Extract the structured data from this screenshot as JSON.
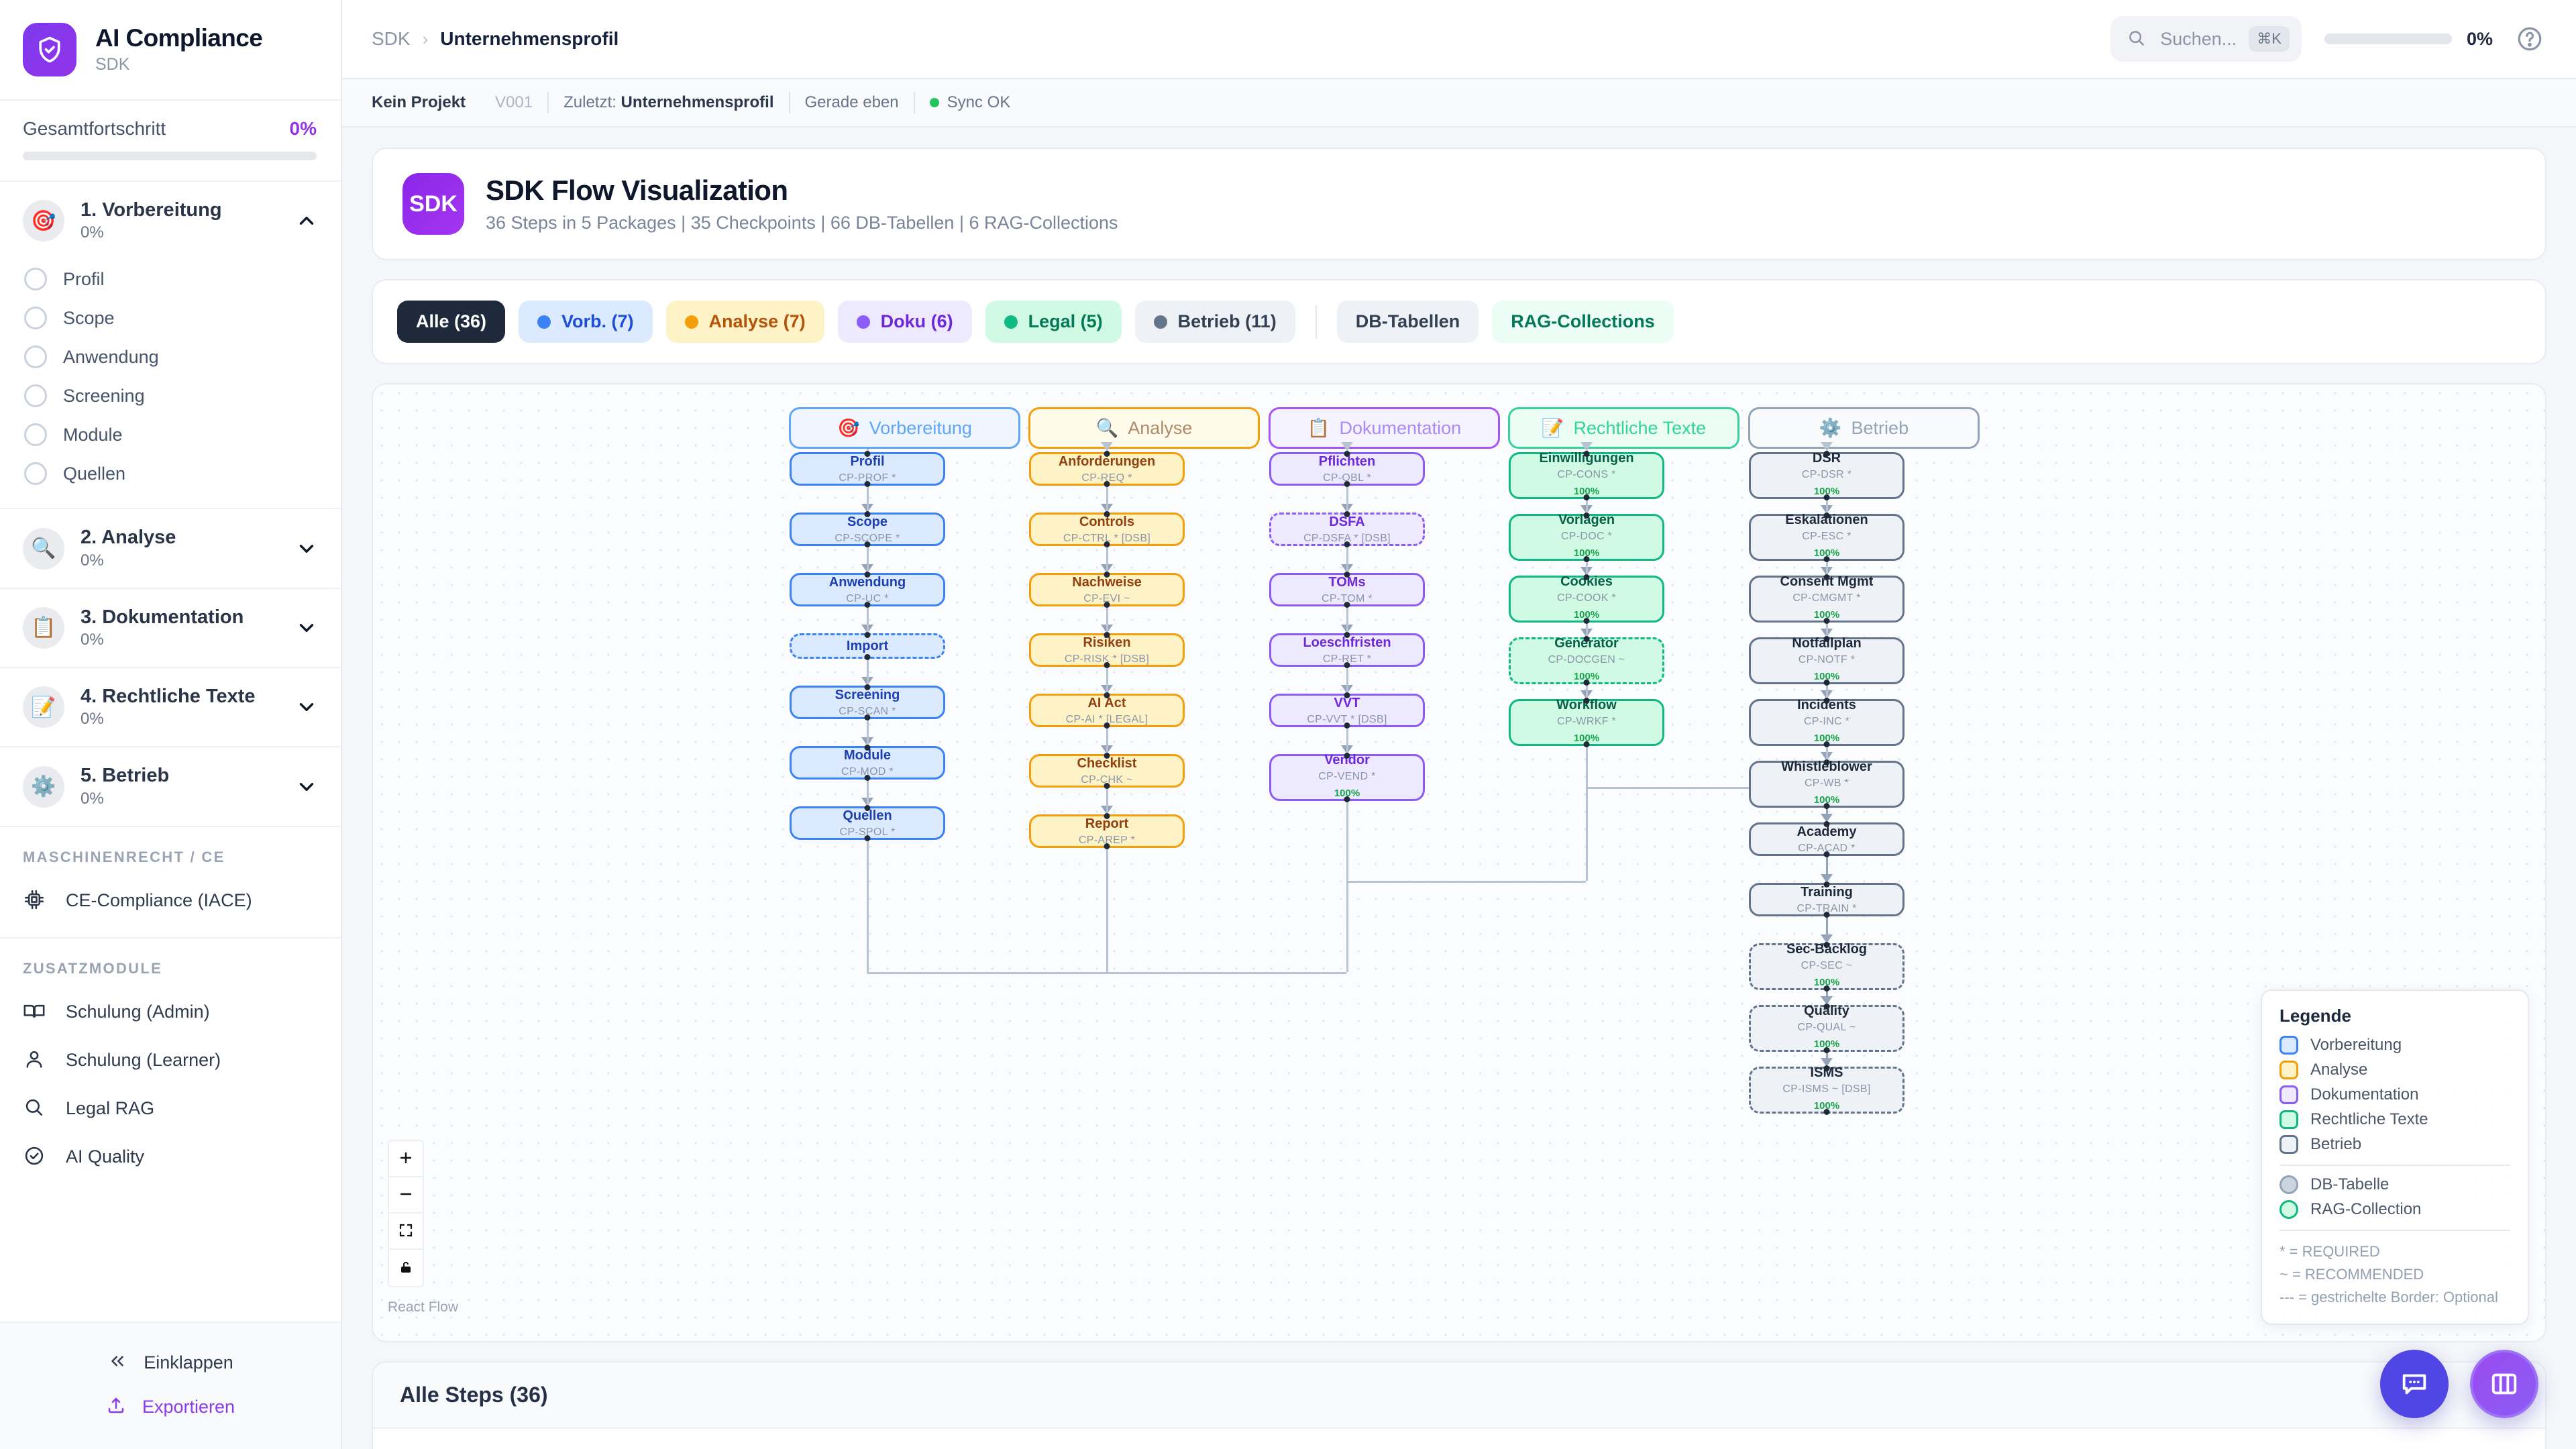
{
  "sidebar": {
    "brand": {
      "title": "AI Compliance",
      "subtitle": "SDK",
      "logo_icon": "shield-check-icon"
    },
    "progress": {
      "label": "Gesamtfortschritt",
      "value": "0%",
      "percent": 0
    },
    "phases": [
      {
        "emoji": "🎯",
        "title": "1. Vorbereitung",
        "percent": "0%",
        "expanded": true,
        "items": [
          "Profil",
          "Scope",
          "Anwendung",
          "Screening",
          "Module",
          "Quellen"
        ]
      },
      {
        "emoji": "🔍",
        "title": "2. Analyse",
        "percent": "0%",
        "expanded": false,
        "items": []
      },
      {
        "emoji": "📋",
        "title": "3. Dokumentation",
        "percent": "0%",
        "expanded": false,
        "items": []
      },
      {
        "emoji": "📝",
        "title": "4. Rechtliche Texte",
        "percent": "0%",
        "expanded": false,
        "items": []
      },
      {
        "emoji": "⚙️",
        "title": "5. Betrieb",
        "percent": "0%",
        "expanded": false,
        "items": []
      }
    ],
    "group_machine": {
      "label": "MASCHINENRECHT / CE",
      "items": [
        {
          "icon": "chip-icon",
          "label": "CE-Compliance (IACE)"
        }
      ]
    },
    "group_extra": {
      "label": "ZUSATZMODULE",
      "items": [
        {
          "icon": "book-icon",
          "label": "Schulung (Admin)"
        },
        {
          "icon": "user-icon",
          "label": "Schulung (Learner)"
        },
        {
          "icon": "search-icon",
          "label": "Legal RAG"
        },
        {
          "icon": "check-circle-icon",
          "label": "AI Quality"
        }
      ]
    },
    "footer": {
      "collapse_label": "Einklappen",
      "export_label": "Exportieren"
    }
  },
  "topbar": {
    "breadcrumb_root": "SDK",
    "breadcrumb_sep": "›",
    "breadcrumb_current": "Unternehmensprofil",
    "search_placeholder": "Suchen...",
    "search_shortcut": "⌘K",
    "progress_value": "0%",
    "progress_percent": 0,
    "help_icon": "help-circle-icon"
  },
  "statusbar": {
    "project": "Kein Projekt",
    "version": "V001",
    "last_prefix": "Zuletzt:",
    "last_value": "Unternehmensprofil",
    "time": "Gerade eben",
    "sync": "Sync OK",
    "sync_color": "#22c55e"
  },
  "hero": {
    "badge": "SDK",
    "title": "SDK Flow Visualization",
    "subtitle": "36 Steps in 5 Packages | 35 Checkpoints | 66 DB-Tabellen | 6 RAG-Collections"
  },
  "filters": [
    {
      "label": "Alle (36)",
      "active": true,
      "dot": null,
      "bg": "#1e293b",
      "fg": "#ffffff"
    },
    {
      "label": "Vorb. (7)",
      "active": false,
      "dot": "#3b82f6",
      "bg": "#dbeafe",
      "fg": "#1d4ed8"
    },
    {
      "label": "Analyse (7)",
      "active": false,
      "dot": "#f59e0b",
      "bg": "#fef3c7",
      "fg": "#b45309"
    },
    {
      "label": "Doku (6)",
      "active": false,
      "dot": "#8b5cf6",
      "bg": "#ede9fe",
      "fg": "#6d28d9"
    },
    {
      "label": "Legal (5)",
      "active": false,
      "dot": "#10b981",
      "bg": "#d1fae5",
      "fg": "#047857"
    },
    {
      "label": "Betrieb (11)",
      "active": false,
      "dot": "#64748b",
      "bg": "#eef1f6",
      "fg": "#334155"
    }
  ],
  "filters_extra": [
    {
      "label": "DB-Tabellen",
      "bg": "#eef1f6",
      "fg": "#334155"
    },
    {
      "label": "RAG-Collections",
      "bg": "#ecfdf5",
      "fg": "#047857"
    }
  ],
  "flow": {
    "lanes": [
      {
        "emoji": "🎯",
        "label": "Vorbereitung",
        "bg": "#eff6ff",
        "border": "#60a5fa",
        "fg": "#60a5fa"
      },
      {
        "emoji": "🔍",
        "label": "Analyse",
        "bg": "#fffbeb",
        "border": "#f59e0b",
        "fg": "#b08968"
      },
      {
        "emoji": "📋",
        "label": "Dokumentation",
        "bg": "#f5f3ff",
        "border": "#a855f7",
        "fg": "#a78bfa"
      },
      {
        "emoji": "📝",
        "label": "Rechtliche Texte",
        "bg": "#ecfdf5",
        "border": "#34d399",
        "fg": "#34d399"
      },
      {
        "emoji": "⚙️",
        "label": "Betrieb",
        "bg": "#f8fafc",
        "border": "#94a3b8",
        "fg": "#94a3b8"
      }
    ],
    "columns": [
      {
        "key": "vorbereitung",
        "bg": "#dbeafe",
        "border": "#3b82f6",
        "title_fg": "#1e40af",
        "nodes": [
          {
            "title": "Profil",
            "code": "CP-PROF *",
            "dashed": false,
            "pct": null
          },
          {
            "title": "Scope",
            "code": "CP-SCOPE *",
            "dashed": false,
            "pct": null
          },
          {
            "title": "Anwendung",
            "code": "CP-UC *",
            "dashed": false,
            "pct": null
          },
          {
            "title": "Import",
            "code": "",
            "dashed": true,
            "pct": null
          },
          {
            "title": "Screening",
            "code": "CP-SCAN *",
            "dashed": false,
            "pct": null
          },
          {
            "title": "Module",
            "code": "CP-MOD *",
            "dashed": false,
            "pct": null
          },
          {
            "title": "Quellen",
            "code": "CP-SPOL *",
            "dashed": false,
            "pct": null
          }
        ]
      },
      {
        "key": "analyse",
        "bg": "#fef3c7",
        "border": "#f59e0b",
        "title_fg": "#92400e",
        "nodes": [
          {
            "title": "Anforderungen",
            "code": "CP-REQ *",
            "dashed": false,
            "pct": null
          },
          {
            "title": "Controls",
            "code": "CP-CTRL * [DSB]",
            "dashed": false,
            "pct": null
          },
          {
            "title": "Nachweise",
            "code": "CP-EVI ~",
            "dashed": false,
            "pct": null
          },
          {
            "title": "Risiken",
            "code": "CP-RISK * [DSB]",
            "dashed": false,
            "pct": null
          },
          {
            "title": "AI Act",
            "code": "CP-AI * [LEGAL]",
            "dashed": false,
            "pct": null
          },
          {
            "title": "Checklist",
            "code": "CP-CHK ~",
            "dashed": false,
            "pct": null
          },
          {
            "title": "Report",
            "code": "CP-AREP *",
            "dashed": false,
            "pct": null
          }
        ]
      },
      {
        "key": "dokumentation",
        "bg": "#ede9fe",
        "border": "#8b5cf6",
        "title_fg": "#6d28d9",
        "nodes": [
          {
            "title": "Pflichten",
            "code": "CP-OBL *",
            "dashed": false,
            "pct": null
          },
          {
            "title": "DSFA",
            "code": "CP-DSFA * [DSB]",
            "dashed": true,
            "pct": null
          },
          {
            "title": "TOMs",
            "code": "CP-TOM *",
            "dashed": false,
            "pct": null
          },
          {
            "title": "Loeschfristen",
            "code": "CP-RET *",
            "dashed": false,
            "pct": null
          },
          {
            "title": "VVT",
            "code": "CP-VVT * [DSB]",
            "dashed": false,
            "pct": null
          },
          {
            "title": "Vendor",
            "code": "CP-VEND *",
            "dashed": false,
            "pct": "100%"
          }
        ]
      },
      {
        "key": "rechtliche",
        "bg": "#d1fae5",
        "border": "#10b981",
        "title_fg": "#065f46",
        "nodes": [
          {
            "title": "Einwilligungen",
            "code": "CP-CONS *",
            "dashed": false,
            "pct": "100%"
          },
          {
            "title": "Vorlagen",
            "code": "CP-DOC *",
            "dashed": false,
            "pct": "100%"
          },
          {
            "title": "Cookies",
            "code": "CP-COOK *",
            "dashed": false,
            "pct": "100%"
          },
          {
            "title": "Generator",
            "code": "CP-DOCGEN ~",
            "dashed": true,
            "pct": "100%"
          },
          {
            "title": "Workflow",
            "code": "CP-WRKF *",
            "dashed": false,
            "pct": "100%"
          }
        ]
      },
      {
        "key": "betrieb",
        "bg": "#eef2f7",
        "border": "#64748b",
        "title_fg": "#1e293b",
        "nodes": [
          {
            "title": "DSR",
            "code": "CP-DSR *",
            "dashed": false,
            "pct": "100%"
          },
          {
            "title": "Eskalationen",
            "code": "CP-ESC *",
            "dashed": false,
            "pct": "100%"
          },
          {
            "title": "Consent Mgmt",
            "code": "CP-CMGMT *",
            "dashed": false,
            "pct": "100%"
          },
          {
            "title": "Notfallplan",
            "code": "CP-NOTF *",
            "dashed": false,
            "pct": "100%"
          },
          {
            "title": "Incidents",
            "code": "CP-INC *",
            "dashed": false,
            "pct": "100%"
          },
          {
            "title": "Whistleblower",
            "code": "CP-WB *",
            "dashed": false,
            "pct": "100%"
          },
          {
            "title": "Academy",
            "code": "CP-ACAD *",
            "dashed": false,
            "pct": null
          },
          {
            "title": "Training",
            "code": "CP-TRAIN *",
            "dashed": false,
            "pct": null
          },
          {
            "title": "Sec-Backlog",
            "code": "CP-SEC ~",
            "dashed": true,
            "pct": "100%"
          },
          {
            "title": "Quality",
            "code": "CP-QUAL ~",
            "dashed": true,
            "pct": "100%"
          },
          {
            "title": "ISMS",
            "code": "CP-ISMS ~ [DSB]",
            "dashed": true,
            "pct": "100%"
          }
        ]
      }
    ],
    "legend": {
      "title": "Legende",
      "packages": [
        {
          "label": "Vorbereitung",
          "bg": "#dbeafe",
          "border": "#3b82f6"
        },
        {
          "label": "Analyse",
          "bg": "#fef3c7",
          "border": "#f59e0b"
        },
        {
          "label": "Dokumentation",
          "bg": "#ede9fe",
          "border": "#8b5cf6"
        },
        {
          "label": "Rechtliche Texte",
          "bg": "#d1fae5",
          "border": "#10b981"
        },
        {
          "label": "Betrieb",
          "bg": "#eef2f7",
          "border": "#64748b"
        }
      ],
      "resources": [
        {
          "label": "DB-Tabelle",
          "bg": "#cbd5e1",
          "border": "#94a3b8"
        },
        {
          "label": "RAG-Collection",
          "bg": "#d1fae5",
          "border": "#10b981"
        }
      ],
      "notes": [
        "* = REQUIRED",
        "~ = RECOMMENDED",
        "--- = gestrichelte Border: Optional"
      ]
    },
    "controls": {
      "zoom_in": "+",
      "zoom_out": "−",
      "fit": "fit-view-icon",
      "lock": "lock-icon"
    },
    "attribution": "React Flow"
  },
  "steps_section": {
    "title": "Alle Steps (36)"
  },
  "fabs": [
    {
      "name": "chat-fab",
      "icon": "chat-bubble-icon"
    },
    {
      "name": "panel-fab",
      "icon": "columns-icon"
    }
  ]
}
